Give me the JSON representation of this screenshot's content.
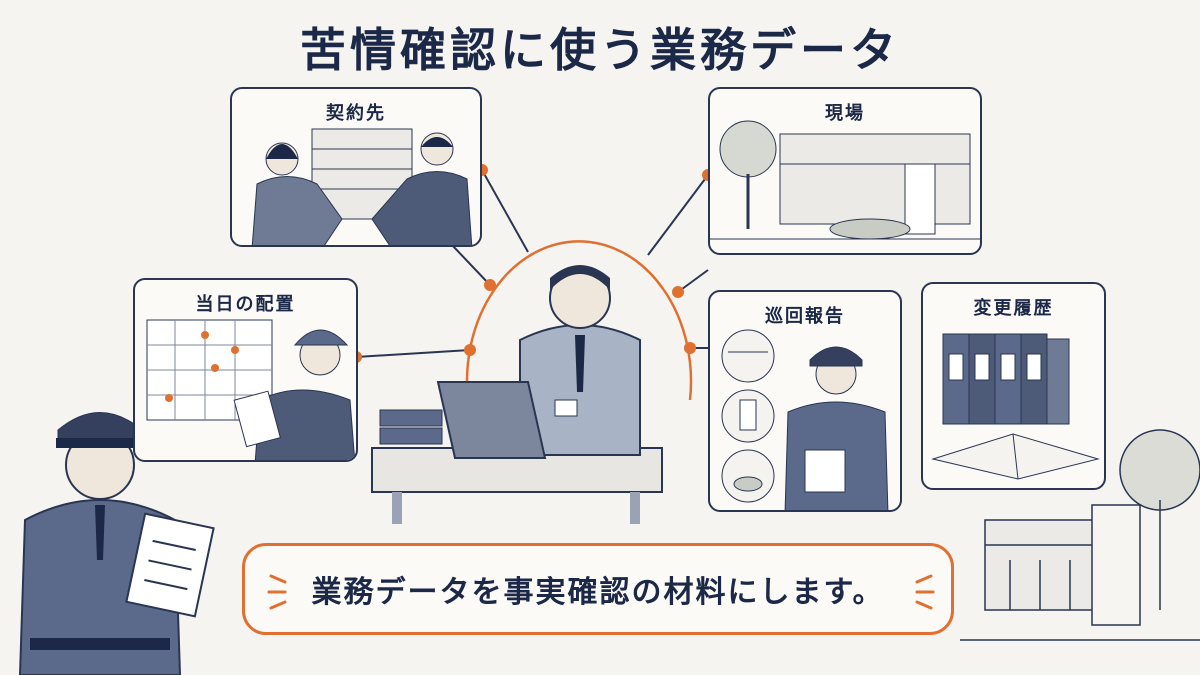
{
  "title": "苦情確認に使う業務データ",
  "panels": {
    "contract": "契約先",
    "site": "現場",
    "placement": "当日の配置",
    "patrol": "巡回報告",
    "history": "変更履歴"
  },
  "message": "業務データを事実確認の材料にします。",
  "colors": {
    "accent": "#e07030",
    "ink": "#1c2847",
    "uniform": "#5b6a8a",
    "background": "#f5f4f1"
  }
}
